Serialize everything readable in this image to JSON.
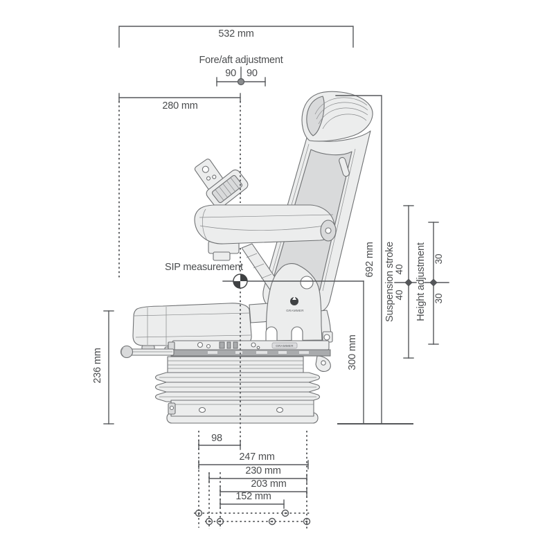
{
  "drawing": {
    "subject": "Suspension seat side-view dimension drawing",
    "brand": "GRAMMER"
  },
  "dims": {
    "top_width": {
      "value": "532 mm"
    },
    "fore_aft": {
      "label": "Fore/aft adjustment",
      "rear": "90",
      "front": "90"
    },
    "upper_width": {
      "value": "280 mm"
    },
    "sip": {
      "label": "SIP measurement"
    },
    "overall_height": {
      "value": "692 mm"
    },
    "suspension_stroke": {
      "label": "Suspension stroke",
      "up": "40",
      "down": "40"
    },
    "height_adjustment": {
      "label": "Height adjustment",
      "up": "30",
      "down": "30"
    },
    "sip_height": {
      "value": "300 mm"
    },
    "cushion_height": {
      "value": "236 mm"
    },
    "mounting": {
      "offset": {
        "value": "98"
      },
      "width_outer": {
        "value": "247 mm"
      },
      "width_2": {
        "value": "230 mm"
      },
      "width_3": {
        "value": "203 mm"
      },
      "width_4": {
        "value": "152 mm"
      }
    }
  },
  "colors": {
    "outline": "#6e7072",
    "dimension": "#55575a",
    "text": "#4a4c4e",
    "fill_light": "#eceded",
    "fill_mid": "#d9dadb",
    "fill_dark": "#a9abad",
    "accent_dark": "#3f4143"
  }
}
